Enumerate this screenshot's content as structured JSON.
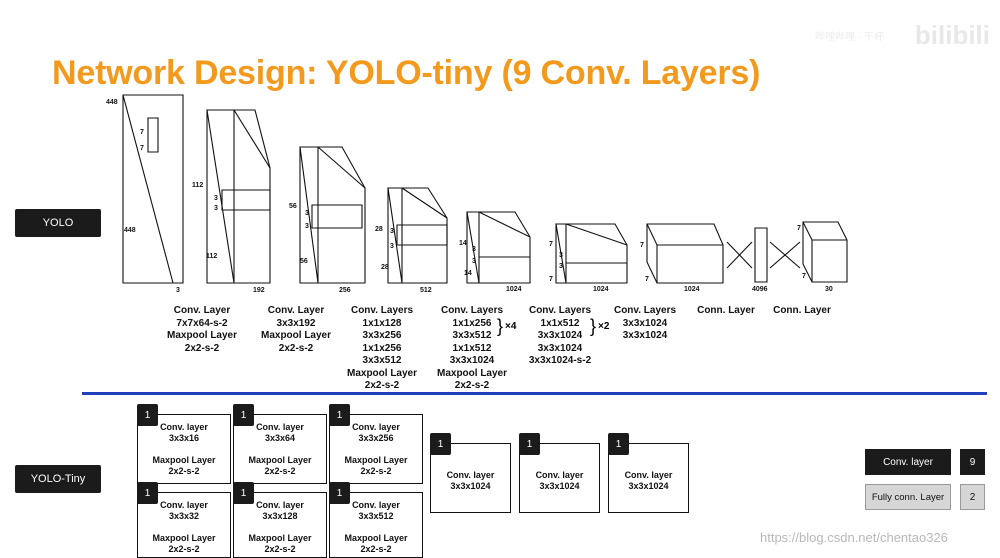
{
  "title": "Network Design: YOLO-tiny (9 Conv. Layers)",
  "watermark": "bilibili",
  "watermark_sub": "哔哩哔哩 · 干杯",
  "labels": {
    "yolo": "YOLO",
    "yolo_tiny": "YOLO-Tiny"
  },
  "yolo_dims": {
    "input": [
      "448",
      "448",
      "3",
      "7",
      "7"
    ],
    "block1": [
      "112",
      "112",
      "192",
      "3",
      "3"
    ],
    "block2": [
      "56",
      "56",
      "256",
      "3",
      "3"
    ],
    "block3": [
      "28",
      "28",
      "512",
      "3",
      "3"
    ],
    "block4": [
      "14",
      "14",
      "1024",
      "3",
      "3"
    ],
    "block5": [
      "7",
      "7",
      "1024",
      "3",
      "3"
    ],
    "block6": [
      "7",
      "7",
      "1024"
    ],
    "fc1": "4096",
    "out": [
      "7",
      "7",
      "30"
    ]
  },
  "yolo_captions": [
    [
      "Conv. Layer",
      "7x7x64-s-2",
      "Maxpool Layer",
      "2x2-s-2"
    ],
    [
      "Conv. Layer",
      "3x3x192",
      "Maxpool Layer",
      "2x2-s-2"
    ],
    [
      "Conv. Layers",
      "1x1x128",
      "3x3x256",
      "1x1x256",
      "3x3x512",
      "Maxpool Layer",
      "2x2-s-2"
    ],
    [
      "Conv. Layers",
      "1x1x256",
      "3x3x512",
      "1x1x512",
      "3x3x1024",
      "Maxpool Layer",
      "2x2-s-2"
    ],
    [
      "Conv. Layers",
      "1x1x512",
      "3x3x1024",
      "3x3x1024",
      "3x3x1024-s-2"
    ],
    [
      "Conv. Layers",
      "3x3x1024",
      "3x3x1024"
    ],
    [
      "Conn. Layer"
    ],
    [
      "Conn. Layer"
    ]
  ],
  "repeat_marks": [
    "×4",
    "×2"
  ],
  "tiny_blocks": [
    {
      "num": "1",
      "conv": "Conv. layer",
      "size": "3x3x16",
      "pool": "Maxpool Layer",
      "pool_size": "2x2-s-2"
    },
    {
      "num": "1",
      "conv": "Conv. layer",
      "size": "3x3x32",
      "pool": "Maxpool Layer",
      "pool_size": "2x2-s-2"
    },
    {
      "num": "1",
      "conv": "Conv. layer",
      "size": "3x3x64",
      "pool": "Maxpool Layer",
      "pool_size": "2x2-s-2"
    },
    {
      "num": "1",
      "conv": "Conv. layer",
      "size": "3x3x128",
      "pool": "Maxpool Layer",
      "pool_size": "2x2-s-2"
    },
    {
      "num": "1",
      "conv": "Conv. layer",
      "size": "3x3x256",
      "pool": "Maxpool Layer",
      "pool_size": "2x2-s-2"
    },
    {
      "num": "1",
      "conv": "Conv. layer",
      "size": "3x3x512",
      "pool": "Maxpool Layer",
      "pool_size": "2x2-s-2"
    },
    {
      "num": "1",
      "conv": "Conv. layer",
      "size": "3x3x1024"
    },
    {
      "num": "1",
      "conv": "Conv. layer",
      "size": "3x3x1024"
    },
    {
      "num": "1",
      "conv": "Conv. layer",
      "size": "3x3x1024"
    }
  ],
  "legend": [
    {
      "label": "Conv. layer",
      "count": "9"
    },
    {
      "label": "Fully conn. Layer",
      "count": "2"
    }
  ],
  "source": "https://blog.csdn.net/chentao326",
  "colors": {
    "title": "#f39a1e",
    "divider": "#1f3fbf",
    "tag_bg": "#1b1b1b"
  }
}
